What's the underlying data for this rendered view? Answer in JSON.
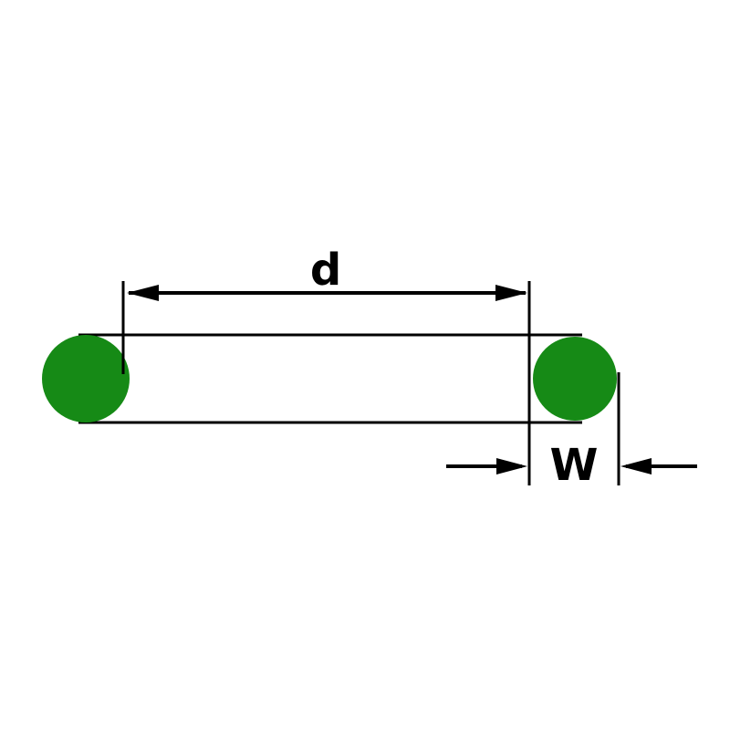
{
  "diagram": {
    "type": "o-ring-dimension-drawing",
    "labels": {
      "inner_diameter": "d",
      "cross_section_width": "W"
    },
    "colors": {
      "oring_green": "#168a16",
      "line_black": "#000000",
      "background": "#ffffff"
    }
  }
}
